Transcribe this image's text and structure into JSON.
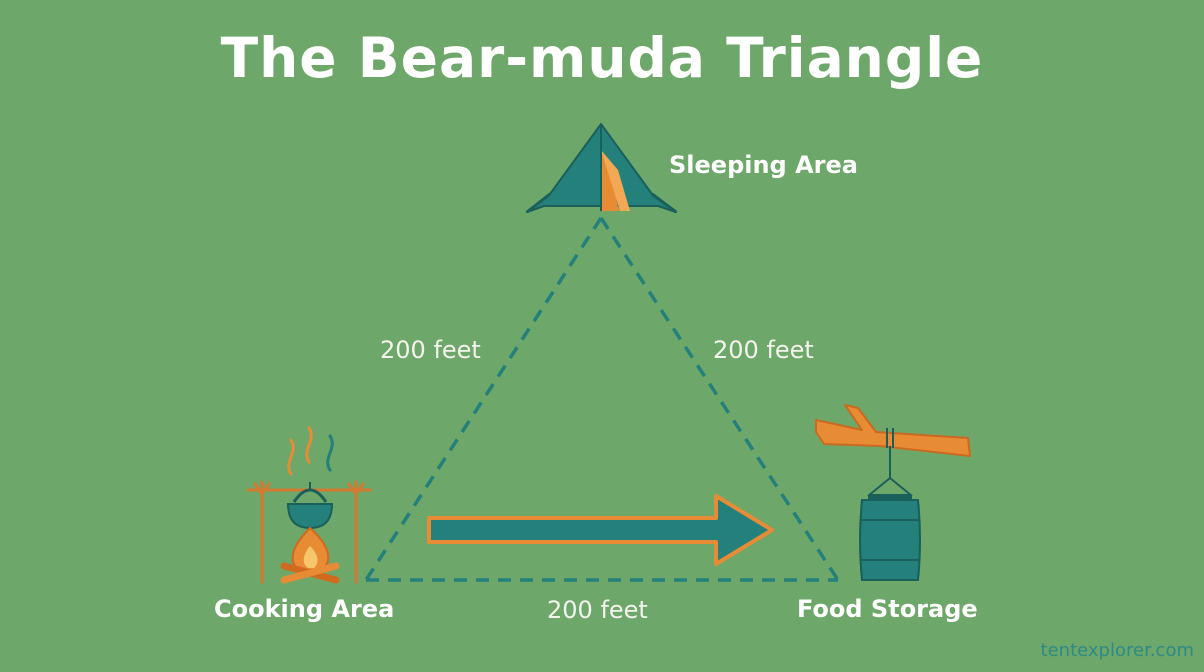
{
  "title": "The Bear-muda Triangle",
  "locations": {
    "sleeping": "Sleeping Area",
    "cooking": "Cooking Area",
    "food": "Food Storage"
  },
  "distances": {
    "left": "200 feet",
    "right": "200 feet",
    "bottom": "200 feet"
  },
  "credit": "tentexplorer.com",
  "colors": {
    "background": "#6ea76a",
    "teal": "#23807a",
    "orange": "#e88b35",
    "text": "#ffffff"
  },
  "icons": [
    "tent-icon",
    "campfire-icon",
    "cooking-pot-icon",
    "steam-icon",
    "tree-branch-icon",
    "food-barrel-icon",
    "arrow-icon"
  ]
}
